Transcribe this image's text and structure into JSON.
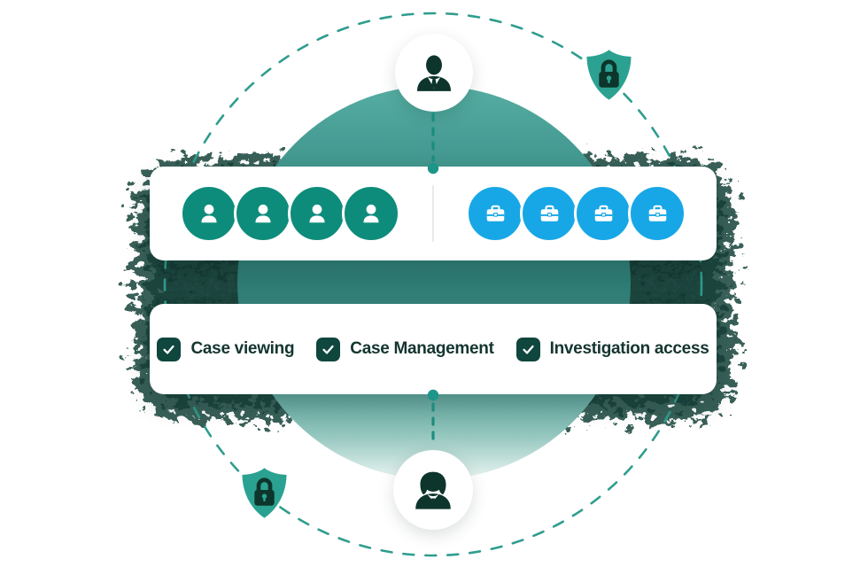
{
  "illustration": {
    "theme": "role-based-access-control",
    "colors": {
      "background": "#FFFFFF",
      "user_bubble_green": "#0E8C7B",
      "case_bubble_blue": "#18A7E6",
      "dark_icon_teal": "#0D352C",
      "checkbox_fill": "#0F463D",
      "label_text": "#14352F",
      "orbit_dash_teal": "#2F9D8E",
      "connector_teal": "#1C8C7F",
      "connector_dot": "#1D9689",
      "shield_teal": "#2BA291",
      "texture_dark_green": "#1D453E",
      "circle_gradient_top": "#56ADA2",
      "circle_gradient_middle": "#2F7D75",
      "circle_gradient_bottom": "#EAF4F2"
    },
    "figures": {
      "top": "businessman",
      "bottom": "businesswoman"
    },
    "roles_card": {
      "user_bubbles_count": 4,
      "case_bubbles_count": 4
    },
    "permissions_card": {
      "items": [
        {
          "label": "Case viewing",
          "checked": true
        },
        {
          "label": "Case Management",
          "checked": true
        },
        {
          "label": "Investigation access",
          "checked": true
        }
      ]
    },
    "badges": [
      {
        "name": "shield-lock",
        "position": "top-right"
      },
      {
        "name": "shield-lock",
        "position": "bottom-left"
      }
    ]
  }
}
